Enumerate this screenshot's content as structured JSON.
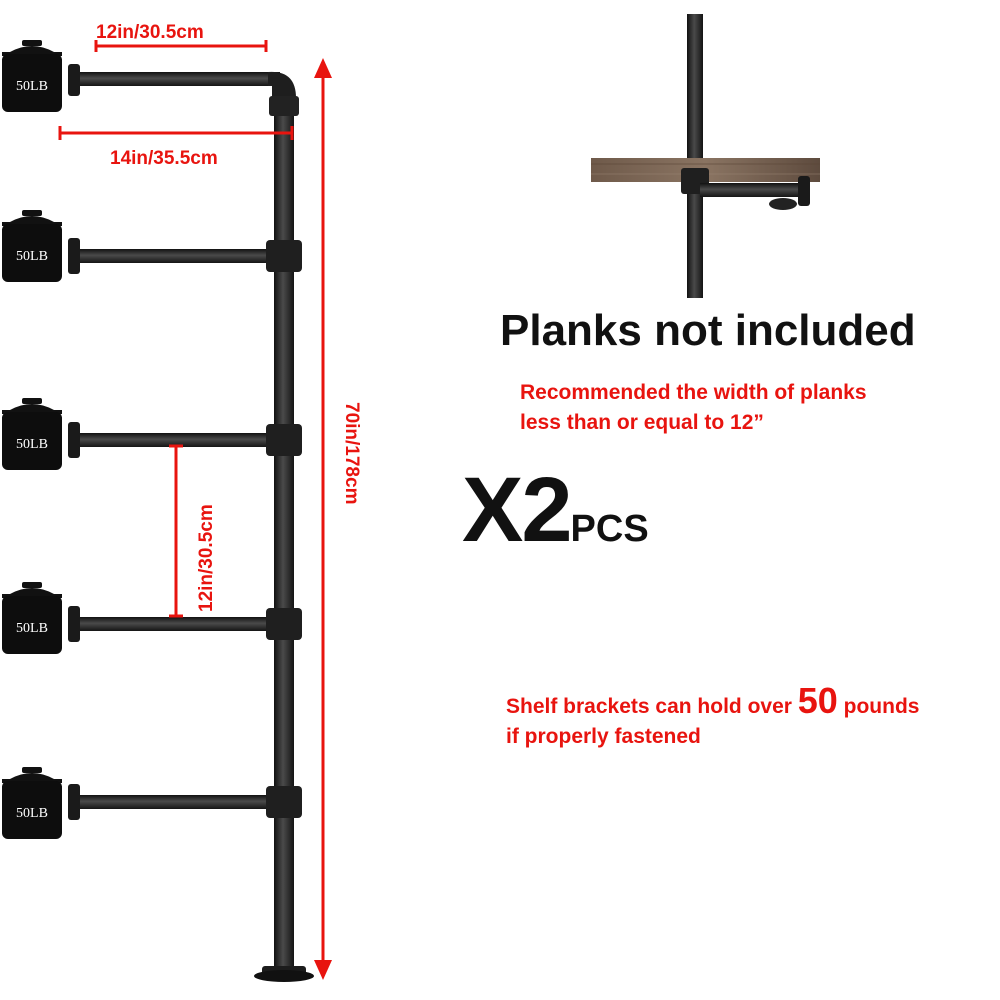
{
  "diagram": {
    "weights": [
      "50LB",
      "50LB",
      "50LB",
      "50LB",
      "50LB"
    ],
    "dimensions": {
      "top_arm_length": "12in/30.5cm",
      "flange_to_pipe": "14in/35.5cm",
      "arm_spacing": "12in/30.5cm",
      "total_height": "70in/178cm"
    }
  },
  "info": {
    "planks_heading": "Planks not included",
    "plank_recommendation_line1": "Recommended the width of planks",
    "plank_recommendation_line2": "less than or equal to 12”",
    "quantity_prefix": "X2",
    "quantity_unit": "PCS",
    "capacity_before": "Shelf brackets can hold over ",
    "capacity_number": "50",
    "capacity_after": " pounds",
    "capacity_line2": "if properly fastened"
  },
  "colors": {
    "accent_red": "#e8140f",
    "pipe": "#262626",
    "wood": "#7a6352",
    "text": "#111111"
  }
}
